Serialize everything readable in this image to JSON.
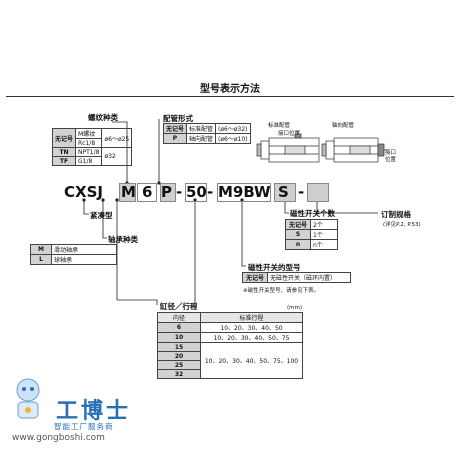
{
  "title": "型号表示方法",
  "thread": {
    "label": "螺纹种类",
    "rows": [
      {
        "sym": "无记号",
        "a": "M螺纹",
        "b": "ø6～ø25"
      },
      {
        "sym": "",
        "a": "Rc1/8",
        "b": ""
      },
      {
        "sym": "TN",
        "a": "NPT1/8",
        "b": "ø32"
      },
      {
        "sym": "TF",
        "a": "G1/8",
        "b": ""
      }
    ]
  },
  "piping": {
    "label": "配管形式",
    "rows": [
      {
        "sym": "无记号",
        "a": "标准配管",
        "b": "(ø6～ø32)"
      },
      {
        "sym": "P",
        "a": "轴向配管",
        "b": "(ø6～ø10)"
      }
    ]
  },
  "diagrams": {
    "std_label": "标准配管",
    "port_label": "接口位置",
    "axial_label": "轴向配管",
    "port_label2": "接口\n位置"
  },
  "model": {
    "prefix": "CXSJ",
    "m": "M",
    "bore": "6",
    "p": "P",
    "stroke": "50",
    "switch": "M9BW",
    "count": "S",
    "dash": "-"
  },
  "compact": {
    "label": "紧凑型"
  },
  "bearing": {
    "label": "轴承种类",
    "rows": [
      {
        "sym": "M",
        "desc": "滑动轴承"
      },
      {
        "sym": "L",
        "desc": "球轴承"
      }
    ]
  },
  "switch_count": {
    "label": "磁性开关个数",
    "rows": [
      {
        "sym": "无记号",
        "desc": "2个"
      },
      {
        "sym": "S",
        "desc": "1个"
      },
      {
        "sym": "n",
        "desc": "n个"
      }
    ]
  },
  "custom": {
    "label": "订制规格",
    "note": "(详见P.2, P.53)"
  },
  "switch_model": {
    "label": "磁性开关的型号",
    "sym": "无记号",
    "desc": "无磁性开关（磁环内置）",
    "note": "※磁性开关型号、请参见下表。"
  },
  "bore_stroke": {
    "label": "缸径／行程",
    "unit": "(mm)",
    "head_bore": "内径",
    "head_stroke": "标准行程",
    "rows": [
      {
        "bore": "6",
        "stroke": "10、20、30、40、50"
      },
      {
        "bore": "10",
        "stroke": "10、20、30、40、50、75"
      },
      {
        "bore": "15",
        "stroke": ""
      },
      {
        "bore": "20",
        "stroke": "10、20、30、40、50、75、100"
      },
      {
        "bore": "25",
        "stroke": ""
      },
      {
        "bore": "32",
        "stroke": ""
      }
    ]
  },
  "watermark": {
    "brand": "工博士",
    "sub": "智能工厂服务商",
    "url": "www.gongboshi.com"
  }
}
